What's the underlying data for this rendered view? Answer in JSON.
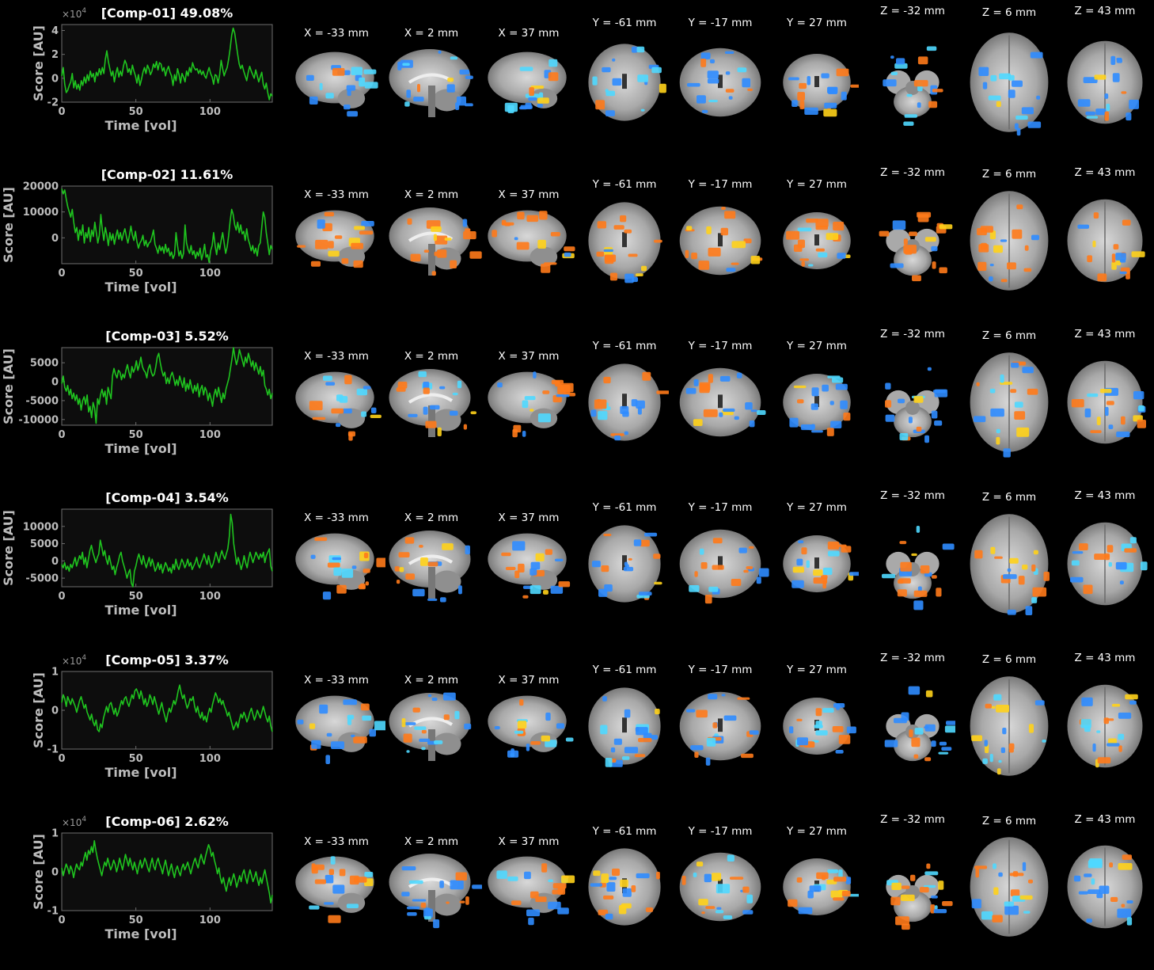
{
  "colors": {
    "background": "#000000",
    "axes_bg": "#0d0d0d",
    "axes_edge": "#6e6e6e",
    "line": "#1fc41f",
    "neg_activation": "#2f8cff",
    "pos_activation": "#ff7a1a",
    "brain_gray": "#9a9a9a"
  },
  "xlabel": "Time [vol]",
  "ylabel": "Score [AU]",
  "slice_labels": {
    "x": [
      "X = -33 mm",
      "X = 2 mm",
      "X = 37 mm"
    ],
    "y": [
      "Y = -61 mm",
      "Y = -17 mm",
      "Y = 27 mm"
    ],
    "z": [
      "Z = -32 mm",
      "Z = 6 mm",
      "Z = 43 mm"
    ]
  },
  "chart_data": [
    {
      "type": "line",
      "title": "[Comp-01] 49.08%",
      "multiplier": "×10",
      "multiplier_exp": "4",
      "xlim": [
        0,
        142
      ],
      "ylim": [
        -2,
        4.5
      ],
      "xticks": [
        0,
        50,
        100
      ],
      "yticks": [
        -2,
        0,
        2,
        4
      ],
      "ytick_labels": [
        "-2",
        "0",
        "2",
        "4"
      ],
      "xlabel": "Time [vol]",
      "ylabel": "Score [AU]",
      "grid": false,
      "values": [
        0.2,
        0.9,
        -0.5,
        -1.2,
        -1.0,
        -0.6,
        -0.3,
        0.4,
        -0.8,
        -0.2,
        -0.9,
        -0.5,
        -1.0,
        -0.2,
        -0.6,
        0.1,
        -0.4,
        0.3,
        -0.2,
        0.6,
        0.1,
        0.4,
        -0.3,
        0.5,
        0.2,
        0.8,
        0.3,
        0.9,
        0.4,
        1.6,
        2.3,
        1.4,
        0.8,
        0.2,
        0.6,
        -0.3,
        0.4,
        0.9,
        0.1,
        0.6,
        0.2,
        1.0,
        1.5,
        1.2,
        0.5,
        0.8,
        0.3,
        1.1,
        0.6,
        0.2,
        -0.4,
        0.3,
        -0.6,
        -0.1,
        0.5,
        0.9,
        0.4,
        1.1,
        0.8,
        0.3,
        0.6,
        1.2,
        0.9,
        1.4,
        0.7,
        1.3,
        1.2,
        0.6,
        0.9,
        0.2,
        0.7,
        1.0,
        0.5,
        0.2,
        -0.6,
        0.3,
        -0.2,
        0.8,
        0.3,
        -0.4,
        0.4,
        0.1,
        -0.3,
        0.6,
        0.2,
        0.9,
        0.5,
        1.3,
        0.9,
        0.7,
        0.8,
        0.4,
        0.7,
        0.3,
        0.6,
        0.2,
        0.0,
        0.5,
        0.9,
        0.4,
        0.1,
        -0.5,
        0.3,
        0.2,
        -0.4,
        0.3,
        1.5,
        0.8,
        0.2,
        0.6,
        0.9,
        1.6,
        2.5,
        3.6,
        4.2,
        3.8,
        2.9,
        2.0,
        1.2,
        0.8,
        1.1,
        0.6,
        0.2,
        -0.2,
        0.5,
        1.0,
        0.6,
        0.3,
        0.0,
        0.7,
        0.2,
        -0.3,
        0.1,
        0.5,
        -0.5,
        -0.9,
        -0.4,
        -1.2,
        -1.8,
        -1.3,
        -1.5
      ]
    },
    {
      "type": "line",
      "title": "[Comp-02] 11.61%",
      "xlim": [
        0,
        142
      ],
      "ylim": [
        -10000,
        20000
      ],
      "xticks": [
        0,
        50,
        100
      ],
      "yticks": [
        0,
        10000,
        20000
      ],
      "ytick_labels": [
        "0",
        "10000",
        "20000"
      ],
      "xlabel": "Time [vol]",
      "ylabel": "Score [AU]",
      "grid": false,
      "values": [
        19000,
        17000,
        18500,
        15000,
        12000,
        10000,
        8000,
        11000,
        6000,
        2000,
        4000,
        -1000,
        3000,
        1000,
        5000,
        -2000,
        2000,
        0,
        4000,
        -1500,
        3000,
        500,
        6000,
        2000,
        -2000,
        1000,
        9000,
        3000,
        -1000,
        4000,
        1000,
        -3000,
        2000,
        -1000,
        1500,
        -2500,
        500,
        3000,
        -500,
        2000,
        -1000,
        1500,
        3500,
        500,
        -2000,
        1000,
        4500,
        1000,
        -1000,
        2500,
        -1500,
        -4000,
        -2000,
        -1000,
        1000,
        -3000,
        -1000,
        -3500,
        -2000,
        -1500,
        500,
        3000,
        -2500,
        -4000,
        -6000,
        -3000,
        -5000,
        -3500,
        -6000,
        -2500,
        -5500,
        -4000,
        -7000,
        -5500,
        -8000,
        -6500,
        2000,
        -3000,
        -7000,
        -5000,
        -8000,
        -6000,
        5000,
        -2000,
        -4500,
        -6000,
        -3000,
        -6500,
        -5000,
        -8000,
        -5500,
        -7000,
        -4000,
        -8500,
        -6000,
        -2500,
        -7500,
        -6500,
        -9500,
        -5000,
        -3000,
        2000,
        -3000,
        -6500,
        -2000,
        -4500,
        -1000,
        2000,
        -2000,
        -6000,
        -3500,
        1000,
        6500,
        11000,
        9000,
        5000,
        3000,
        6000,
        2000,
        5000,
        1500,
        2500,
        -1000,
        3500,
        -500,
        -2500,
        -5000,
        -3000,
        -6000,
        -4000,
        -7000,
        -3000,
        -2000,
        4000,
        10000,
        8000,
        2000,
        -2000,
        -6500,
        -3000,
        -4500
      ]
    },
    {
      "type": "line",
      "title": "[Comp-03] 5.52%",
      "xlim": [
        0,
        142
      ],
      "ylim": [
        -11500,
        9000
      ],
      "xticks": [
        0,
        50,
        100
      ],
      "yticks": [
        -10000,
        -5000,
        0,
        5000
      ],
      "ytick_labels": [
        "-10000",
        "-5000",
        "0",
        "5000"
      ],
      "xlabel": "Time [vol]",
      "ylabel": "Score [AU]",
      "grid": false,
      "values": [
        -500,
        1500,
        -1500,
        -2500,
        -1000,
        -3500,
        -2000,
        -4500,
        -3000,
        -5000,
        -3500,
        -6000,
        -4500,
        -7500,
        -5000,
        -4000,
        -6000,
        -3500,
        -8000,
        -6500,
        -9500,
        -5500,
        -7000,
        -11000,
        -4500,
        -6000,
        -3500,
        -2000,
        -4000,
        -2500,
        -6000,
        -1500,
        -3000,
        -4500,
        1500,
        3500,
        2000,
        1000,
        3000,
        2500,
        500,
        2000,
        1000,
        3000,
        4500,
        2500,
        1000,
        4000,
        2500,
        3500,
        5500,
        3000,
        4500,
        6500,
        4000,
        3000,
        2500,
        1000,
        3500,
        4500,
        2500,
        1500,
        2000,
        4000,
        6500,
        7500,
        5000,
        3000,
        1500,
        2500,
        -500,
        1000,
        -500,
        1500,
        2500,
        1000,
        -1000,
        500,
        -1000,
        1500,
        0,
        -1500,
        1000,
        -2500,
        -500,
        -2000,
        500,
        -1500,
        -3000,
        -1000,
        -2500,
        -500,
        -4000,
        -2000,
        -1000,
        -3500,
        -1500,
        -2500,
        -5000,
        -3000,
        -4500,
        -6500,
        -3500,
        -2000,
        -4000,
        -1500,
        -3500,
        -5500,
        -3000,
        -4500,
        -2000,
        -500,
        1000,
        3500,
        6000,
        9000,
        6500,
        4500,
        6000,
        8500,
        7000,
        5500,
        4000,
        6500,
        5000,
        7500,
        6000,
        4000,
        5500,
        3000,
        5000,
        3500,
        2000,
        4000,
        1500,
        3000,
        -1000,
        -2000,
        -3500,
        -2000,
        -4500,
        -3000
      ]
    },
    {
      "type": "line",
      "title": "[Comp-04] 3.54%",
      "xlim": [
        0,
        142
      ],
      "ylim": [
        -7500,
        15000
      ],
      "xticks": [
        0,
        50,
        100
      ],
      "yticks": [
        -5000,
        0,
        5000,
        10000
      ],
      "ytick_labels": [
        "-5000",
        "0",
        "5000",
        "10000"
      ],
      "xlabel": "Time [vol]",
      "ylabel": "Score [AU]",
      "grid": false,
      "values": [
        -1000,
        -2000,
        -500,
        -2500,
        -1500,
        -3000,
        -1000,
        -2000,
        -500,
        1000,
        -1500,
        0,
        1500,
        500,
        2500,
        -1000,
        1000,
        -2000,
        500,
        3000,
        4500,
        2500,
        1000,
        -500,
        1000,
        2000,
        6000,
        4000,
        1500,
        3000,
        500,
        -1000,
        1500,
        -500,
        -2500,
        -1500,
        -4000,
        -2000,
        -500,
        1500,
        2500,
        0,
        -1500,
        -3000,
        -5000,
        -3500,
        -2500,
        -6500,
        -9000,
        -3000,
        -1500,
        500,
        2000,
        500,
        -1000,
        1500,
        -500,
        -2000,
        -500,
        1000,
        -1500,
        500,
        -1000,
        -3000,
        -2000,
        -500,
        -2500,
        -1000,
        -3500,
        -2000,
        -500,
        -1500,
        -3000,
        -2000,
        -3500,
        -1000,
        -2500,
        500,
        -1500,
        -2500,
        -1000,
        500,
        -500,
        -2000,
        -1000,
        500,
        -1500,
        -500,
        -2500,
        -1500,
        -500,
        1000,
        -1000,
        -2000,
        -500,
        500,
        2000,
        500,
        -1000,
        1500,
        -500,
        -2000,
        -1000,
        500,
        2500,
        1000,
        -500,
        1500,
        3000,
        1500,
        500,
        2000,
        3500,
        7000,
        13500,
        11000,
        5000,
        2000,
        -1000,
        1000,
        -500,
        -2500,
        -1000,
        1500,
        -500,
        -2000,
        500,
        2500,
        1000,
        -500,
        1000,
        2500,
        1500,
        500,
        2000,
        1000,
        2500,
        -500,
        1500,
        2500,
        3500,
        -1500,
        -3000
      ]
    },
    {
      "type": "line",
      "title": "[Comp-05] 3.37%",
      "multiplier": "×10",
      "multiplier_exp": "4",
      "xlim": [
        0,
        142
      ],
      "ylim": [
        -1,
        1
      ],
      "xticks": [
        0,
        50,
        100
      ],
      "yticks": [
        -1,
        0,
        1
      ],
      "ytick_labels": [
        "-1",
        "0",
        "1"
      ],
      "xlabel": "Time [vol]",
      "ylabel": "Score [AU]",
      "grid": false,
      "values": [
        0.2,
        0.4,
        0.3,
        0.1,
        0.35,
        0.25,
        0.15,
        0.3,
        0.2,
        0.1,
        -0.05,
        0.1,
        0.25,
        0.35,
        0.2,
        0.05,
        0.15,
        -0.05,
        -0.15,
        -0.25,
        -0.1,
        -0.3,
        -0.4,
        -0.25,
        -0.5,
        -0.55,
        -0.35,
        -0.45,
        -0.2,
        -0.05,
        0.1,
        -0.05,
        0.15,
        0.2,
        0.05,
        -0.1,
        0.05,
        -0.15,
        -0.05,
        0.1,
        0.25,
        0.15,
        0.3,
        0.35,
        0.2,
        0.1,
        0.25,
        0.4,
        0.3,
        0.5,
        0.55,
        0.45,
        0.3,
        0.5,
        0.35,
        0.15,
        0.3,
        0.1,
        0.2,
        0.4,
        0.3,
        0.15,
        0.35,
        0.2,
        0.05,
        -0.1,
        0.05,
        0.2,
        0.0,
        -0.15,
        -0.3,
        -0.1,
        0.05,
        -0.05,
        0.1,
        0.25,
        0.15,
        0.3,
        0.5,
        0.65,
        0.45,
        0.3,
        0.4,
        0.2,
        0.05,
        0.15,
        0.3,
        0.25,
        0.35,
        0.1,
        -0.05,
        0.1,
        -0.1,
        -0.2,
        -0.05,
        -0.25,
        -0.15,
        -0.3,
        -0.1,
        0.05,
        -0.05,
        0.15,
        0.3,
        0.45,
        0.35,
        0.2,
        0.3,
        0.15,
        0.25,
        0.1,
        0.0,
        -0.15,
        -0.05,
        -0.2,
        -0.35,
        -0.5,
        -0.4,
        -0.3,
        -0.45,
        -0.25,
        -0.1,
        -0.2,
        -0.05,
        -0.15,
        -0.3,
        -0.2,
        -0.05,
        0.05,
        -0.1,
        -0.25,
        -0.15,
        0.0,
        -0.1,
        -0.2,
        -0.05,
        0.1,
        -0.05,
        -0.2,
        -0.3,
        -0.15,
        -0.4,
        -0.55
      ]
    },
    {
      "type": "line",
      "title": "[Comp-06] 2.62%",
      "multiplier": "×10",
      "multiplier_exp": "4",
      "xlim": [
        0,
        142
      ],
      "ylim": [
        -1,
        1
      ],
      "xticks": [
        0,
        50,
        100
      ],
      "yticks": [
        -1,
        0,
        1
      ],
      "ytick_labels": [
        "-1",
        "0",
        "1"
      ],
      "xlabel": "Time [vol]",
      "ylabel": "Score [AU]",
      "grid": false,
      "values": [
        0.1,
        -0.1,
        0.05,
        0.2,
        0.1,
        -0.05,
        0.15,
        0.05,
        -0.15,
        0.05,
        0.2,
        0.1,
        0.05,
        0.25,
        0.15,
        0.35,
        0.5,
        0.3,
        0.55,
        0.45,
        0.65,
        0.5,
        0.8,
        0.55,
        0.35,
        0.2,
        0.05,
        -0.1,
        0.1,
        0.25,
        0.15,
        0.35,
        0.2,
        0.05,
        0.15,
        0.3,
        0.2,
        0.0,
        0.15,
        0.35,
        0.2,
        0.05,
        0.25,
        0.45,
        0.3,
        0.15,
        0.35,
        0.2,
        0.05,
        0.25,
        0.1,
        -0.05,
        0.15,
        0.3,
        0.1,
        0.2,
        0.35,
        0.25,
        0.1,
        0.0,
        0.2,
        0.35,
        0.15,
        0.05,
        0.25,
        0.35,
        0.2,
        0.1,
        -0.05,
        0.15,
        0.3,
        0.1,
        -0.1,
        0.05,
        0.2,
        0.0,
        -0.15,
        0.05,
        0.15,
        0.0,
        -0.1,
        0.1,
        0.2,
        0.05,
        0.15,
        0.25,
        0.1,
        -0.05,
        0.1,
        0.25,
        0.35,
        0.2,
        0.1,
        0.3,
        0.45,
        0.3,
        0.2,
        0.4,
        0.55,
        0.7,
        0.6,
        0.4,
        0.5,
        0.3,
        0.15,
        -0.05,
        0.1,
        -0.15,
        -0.3,
        -0.15,
        -0.35,
        -0.5,
        -0.3,
        -0.15,
        -0.35,
        -0.2,
        -0.05,
        -0.2,
        -0.4,
        -0.25,
        -0.1,
        -0.25,
        -0.05,
        0.05,
        -0.15,
        -0.3,
        -0.1,
        0.05,
        -0.1,
        -0.25,
        -0.15,
        0.0,
        -0.2,
        -0.35,
        -0.15,
        -0.3,
        -0.1,
        0.05,
        -0.15,
        -0.35,
        -0.55,
        -0.8,
        -0.6
      ]
    }
  ]
}
